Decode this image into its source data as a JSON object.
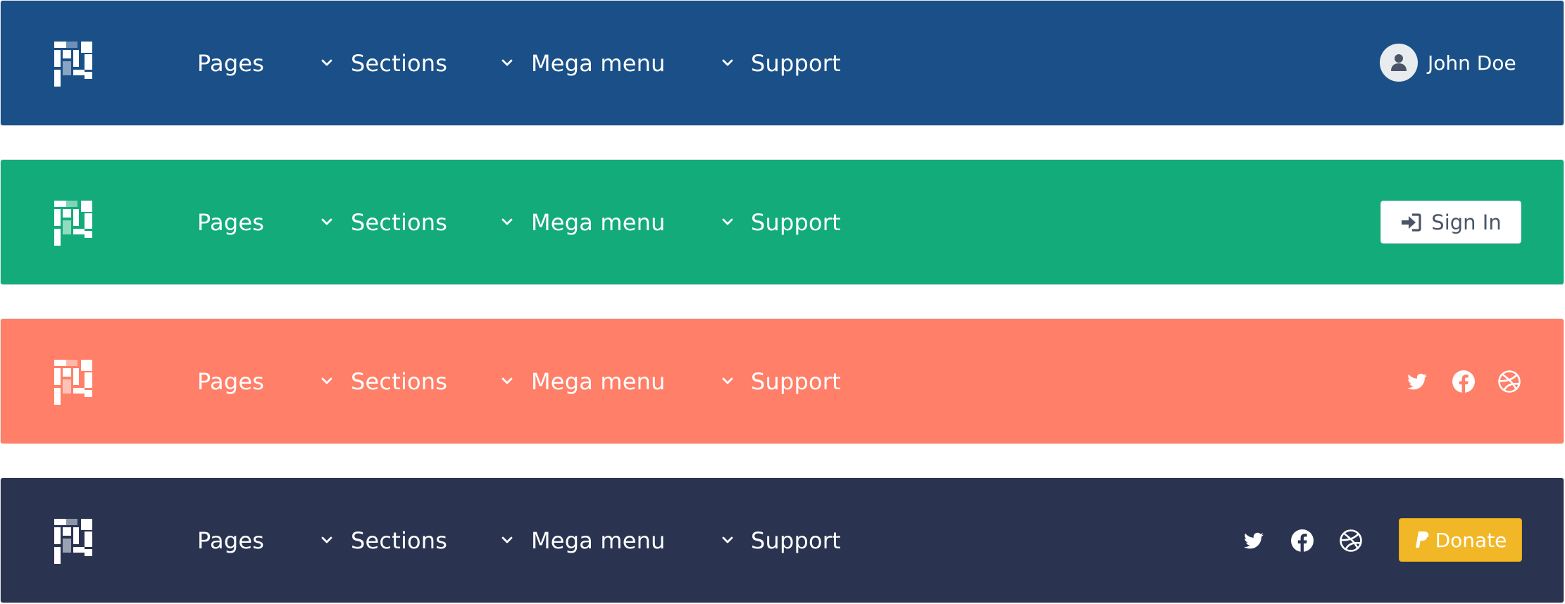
{
  "nav_labels": {
    "pages": "Pages",
    "sections": "Sections",
    "mega_menu": "Mega menu",
    "support": "Support"
  },
  "navbars": [
    {
      "variant": "primary",
      "background": "#1a5087",
      "right": {
        "type": "user",
        "name": "John Doe",
        "icon": "user-icon"
      }
    },
    {
      "variant": "success",
      "background": "#13ab7a",
      "right": {
        "type": "button",
        "label": "Sign In",
        "icon": "sign-in-icon"
      }
    },
    {
      "variant": "secondary",
      "background": "#ff7f68",
      "right": {
        "type": "social",
        "icons": [
          "twitter-icon",
          "facebook-icon",
          "dribbble-icon"
        ]
      }
    },
    {
      "variant": "dark",
      "background": "#2a3450",
      "right": {
        "type": "social+button",
        "icons": [
          "twitter-icon",
          "facebook-icon",
          "dribbble-icon"
        ],
        "label": "Donate",
        "button_icon": "paypal-icon",
        "button_color": "#f1b726"
      }
    }
  ],
  "user": {
    "name": "John Doe"
  },
  "sign_in": {
    "label": "Sign In"
  },
  "donate": {
    "label": "Donate"
  }
}
